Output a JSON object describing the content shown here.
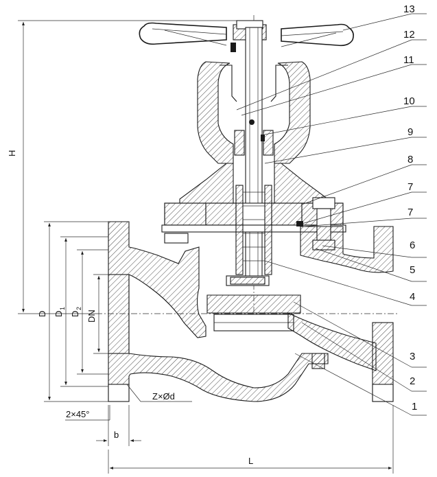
{
  "callouts": [
    "13",
    "12",
    "11",
    "10",
    "9",
    "8",
    "7",
    "7",
    "6",
    "5",
    "4",
    "3",
    "2",
    "1"
  ],
  "dimensions": {
    "H": "H",
    "D": "D",
    "D1": "D",
    "D1_sub": "1",
    "D2": "D",
    "D2_sub": "2",
    "DN": "DN",
    "L": "L",
    "b": "b",
    "chamfer": "2×45°",
    "bolts": "Z×Ød"
  }
}
